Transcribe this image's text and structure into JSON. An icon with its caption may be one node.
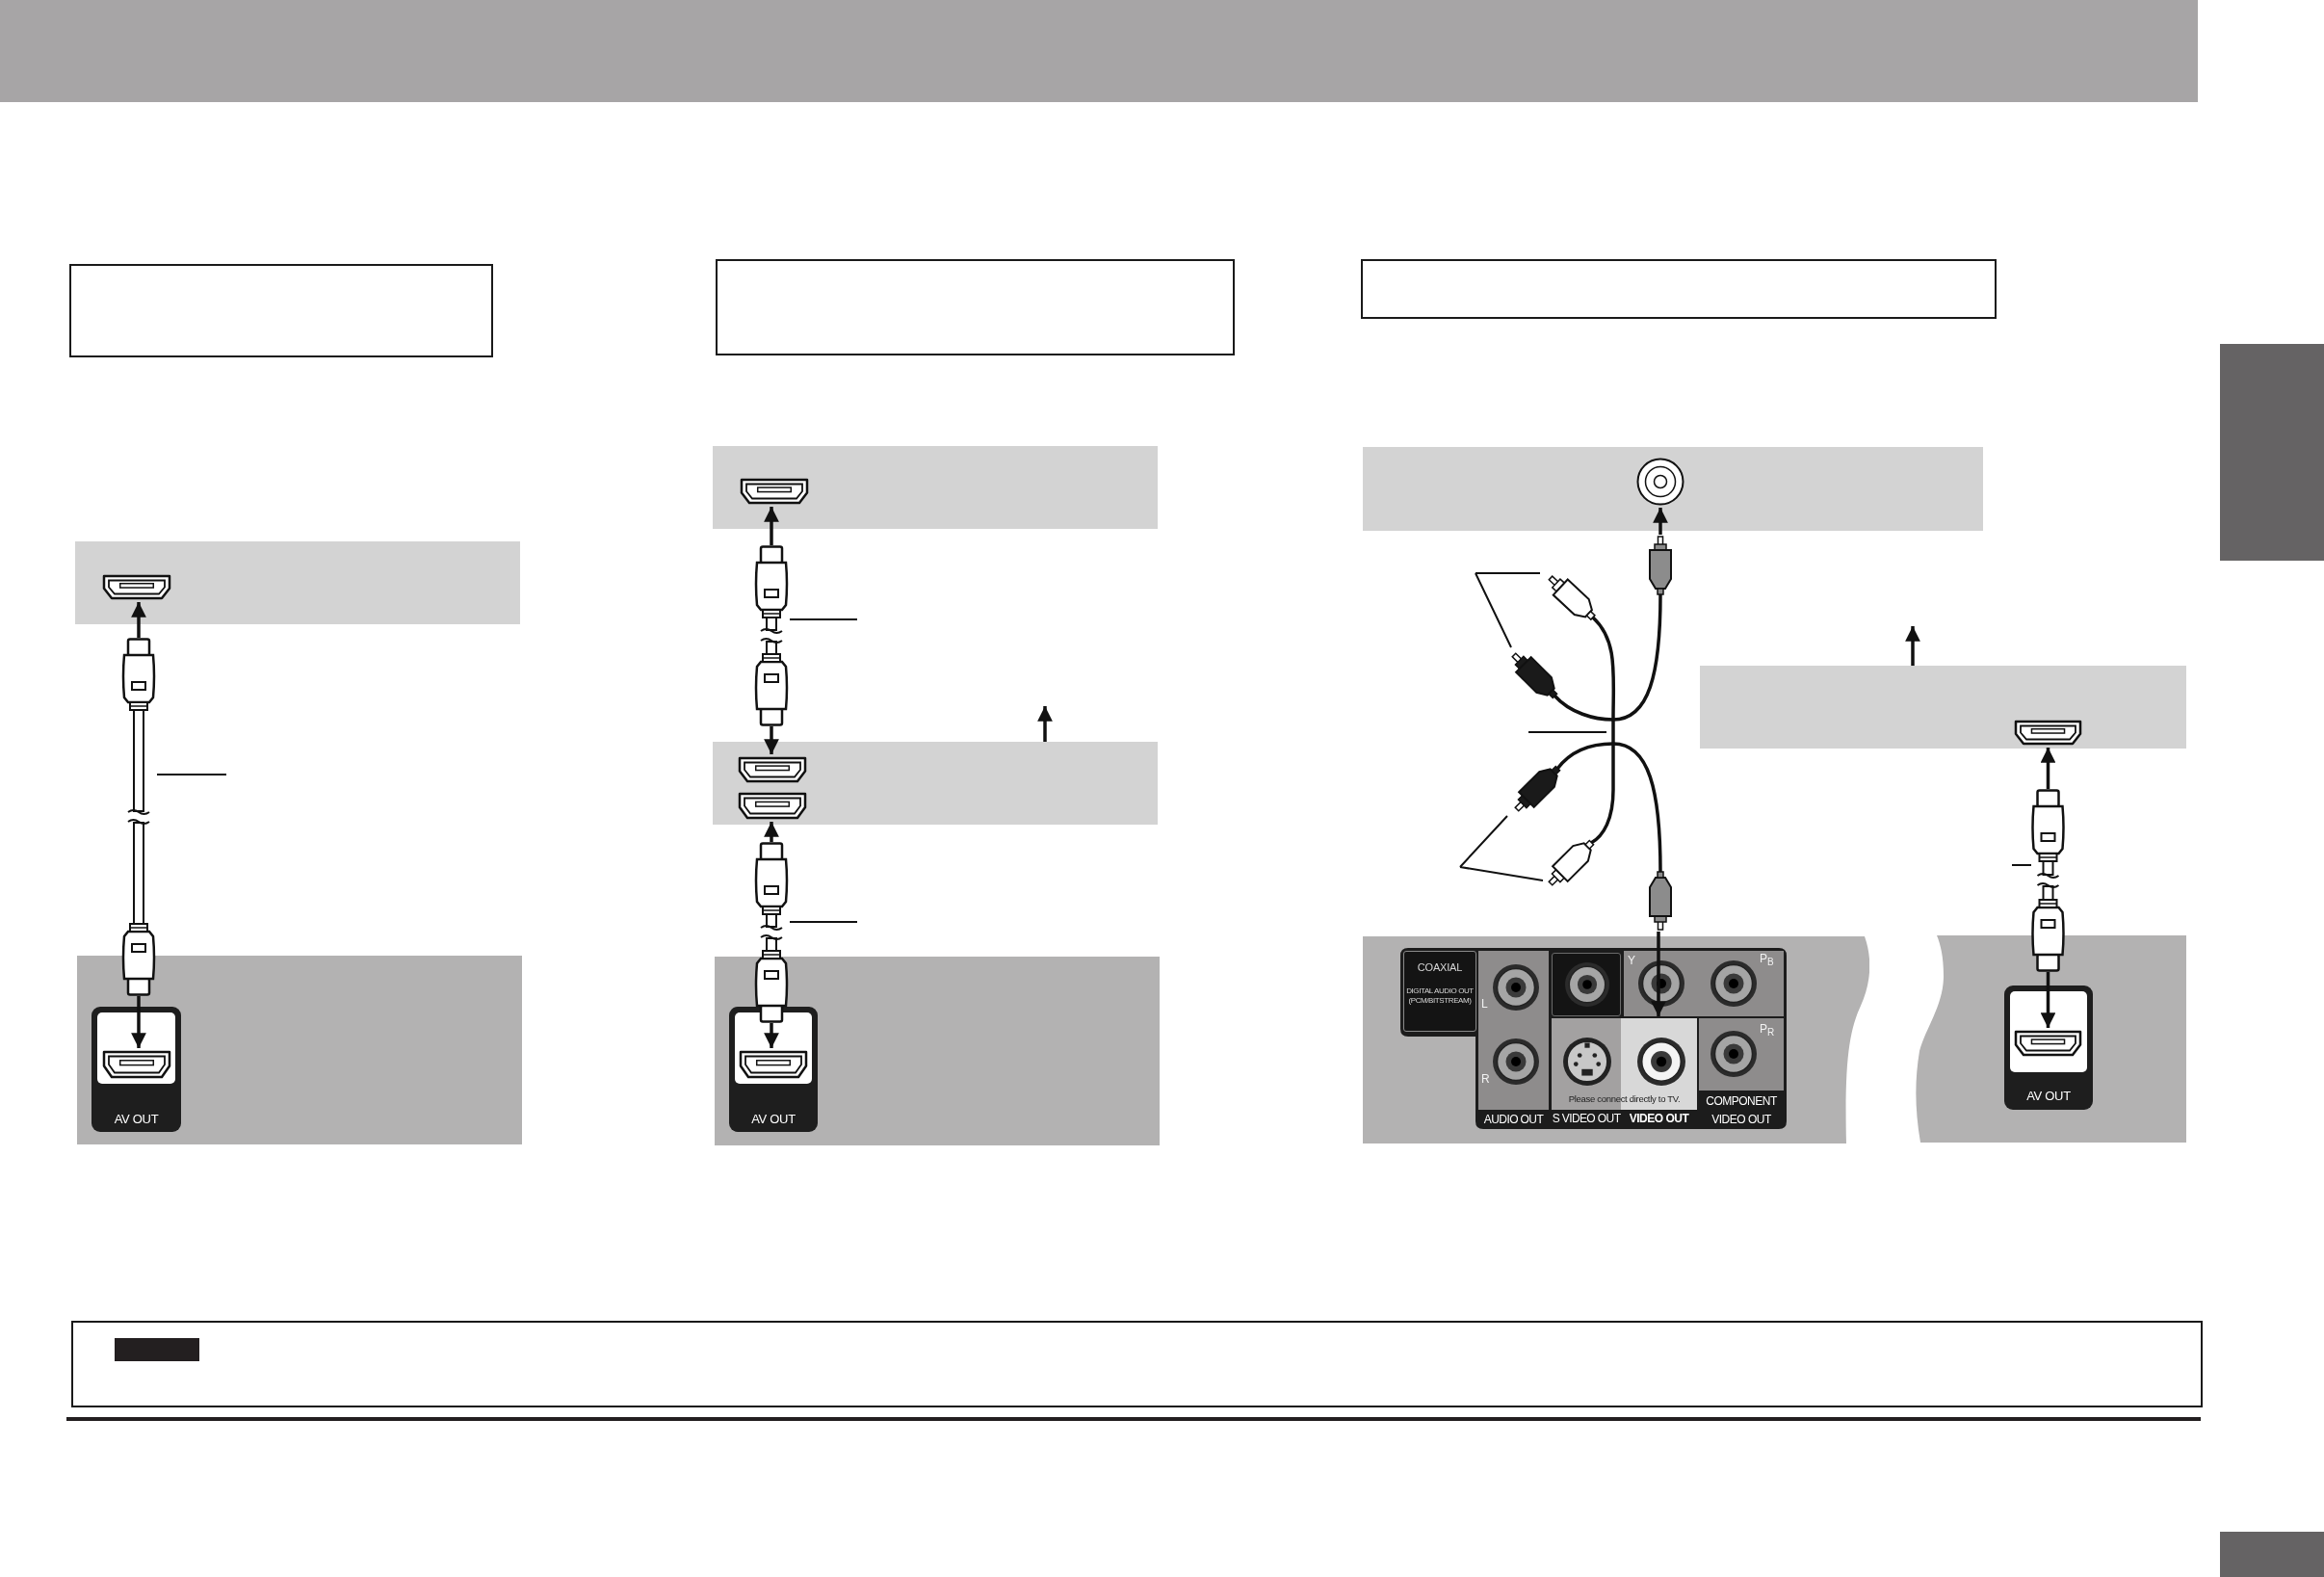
{
  "diagram": {
    "nodes": [
      {
        "text": [],
        "shape": "box"
      },
      {
        "text": [],
        "shape": "box"
      },
      {
        "text": [],
        "shape": "box"
      },
      {
        "text": [],
        "shape": "picture",
        "in": 2
      },
      {
        "text": [],
        "shape": "picture"
      },
      {
        "text": [],
        "shape": "box"
      },
      {
        "text": [
          "AV OUT"
        ],
        "in": 5
      },
      {
        "text": [],
        "shape": "picture",
        "in": 6
      },
      {
        "text": [],
        "shape": "box"
      },
      {
        "text": [],
        "shape": "box"
      },
      {
        "text": [],
        "shape": "picture",
        "in": 9
      },
      {
        "text": [],
        "shape": "picture"
      },
      {
        "text": [],
        "shape": "box"
      },
      {
        "text": [],
        "shape": "picture",
        "in": 12
      },
      {
        "text": [],
        "shape": "picture",
        "in": 12
      },
      {
        "text": [],
        "shape": "picture"
      },
      {
        "text": [],
        "shape": "box"
      },
      {
        "text": [
          "AV OUT"
        ],
        "in": 16
      },
      {
        "text": [],
        "shape": "picture",
        "in": 17
      },
      {
        "text": [],
        "shape": "box"
      },
      {
        "text": [],
        "shape": "box"
      },
      {
        "text": [],
        "shape": "picture",
        "in": 20
      },
      {
        "text": [],
        "shape": "picture"
      },
      {
        "text": [],
        "shape": "box"
      },
      {
        "text": [
          "COAXIAL",
          "DIGITAL AUDIO OUT (PCM/BITSTREAM)",
          "L",
          "R",
          "Y",
          "P$_{B}$",
          "P$_{R}$",
          "AUDIO OUT",
          "COMPONENT VIDEO OUT"
        ],
        "in": 23
      },
      {
        "text": [
          "Please connect directly to TV.",
          "S VIDEO OUT",
          "VIDEO OUT"
        ],
        "in": 24
      },
      {
        "text": [],
        "shape": "box"
      },
      {
        "text": [],
        "shape": "picture",
        "in": 26
      },
      {
        "text": [],
        "shape": "picture"
      },
      {
        "text": [],
        "shape": "box"
      },
      {
        "text": [
          "AV OUT"
        ],
        "in": 29
      },
      {
        "text": [],
        "shape": "picture",
        "in": 30
      },
      {
        "text": [],
        "shape": "box"
      },
      {
        "text": [],
        "shape": "box",
        "in": 32
      },
      {
        "text": [],
        "shape": "box"
      },
      {
        "text": [],
        "shape": "box"
      }
    ],
    "edges": [
      {
        "from": 4,
        "to": 3,
        "arrow": "to"
      },
      {
        "from": 4,
        "to": 7,
        "arrow": "to"
      },
      {
        "from": null,
        "to": 4,
        "arrow": "none"
      },
      {
        "from": 11,
        "to": 10,
        "arrow": "to"
      },
      {
        "from": 11,
        "to": 13,
        "arrow": "to"
      },
      {
        "from": null,
        "to": 11,
        "arrow": "none"
      },
      {
        "from": 12,
        "to": null,
        "arrow": "to"
      },
      {
        "from": 15,
        "to": 14,
        "arrow": "to"
      },
      {
        "from": 15,
        "to": 18,
        "arrow": "to"
      },
      {
        "from": null,
        "to": 15,
        "arrow": "none"
      },
      {
        "from": 22,
        "to": 21,
        "arrow": "to"
      },
      {
        "from": 22,
        "to": 25,
        "arrow": "to"
      },
      {
        "from": null,
        "to": 22,
        "arrow": "none"
      },
      {
        "from": null,
        "to": 22,
        "arrow": "none"
      },
      {
        "from": null,
        "to": 22,
        "arrow": "none"
      },
      {
        "from": 26,
        "to": null,
        "arrow": "to"
      },
      {
        "from": 28,
        "to": 27,
        "arrow": "to"
      },
      {
        "from": 28,
        "to": 31,
        "arrow": "to"
      },
      {
        "from": null,
        "to": 28,
        "arrow": "none"
      }
    ]
  }
}
